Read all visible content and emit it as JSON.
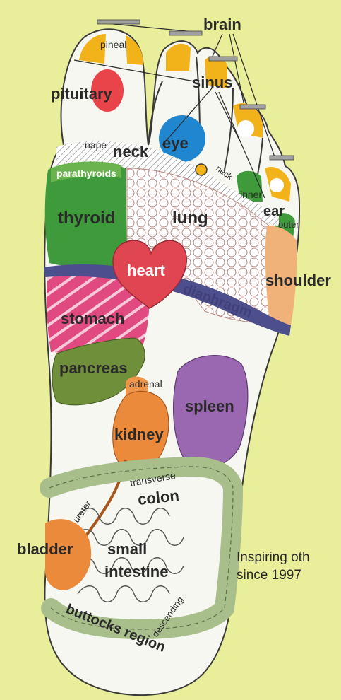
{
  "labels": {
    "brain": "brain",
    "pineal": "pineal",
    "pituitary": "pituitary",
    "sinus": "sinus",
    "nape": "nape",
    "neck": "neck",
    "eye": "eye",
    "neck_small": "neck",
    "inner": "inner",
    "ear": "ear",
    "outer": "outer",
    "parathyroids": "parathyroids",
    "thyroid": "thyroid",
    "lung": "lung",
    "heart": "heart",
    "shoulder": "shoulder",
    "diaphragm": "diaphragm",
    "stomach": "stomach",
    "pancreas": "pancreas",
    "adrenal": "adrenal",
    "spleen": "spleen",
    "kidney": "kidney",
    "ureter": "ureter",
    "transverse": "transverse",
    "colon": "colon",
    "bladder": "bladder",
    "small": "small",
    "intestine": "intestine",
    "descending": "descending",
    "buttocks_region": "buttocks region"
  },
  "tagline": {
    "line1": "Inspiring oth",
    "line2": "since 1997"
  },
  "colors": {
    "background": "#e9ee9a",
    "foot": "#f6f7f0",
    "thyroid": "#3e9a3a",
    "heart": "#e04552",
    "stomach": "#e04a80",
    "spleen": "#9a68b0",
    "kidney": "#ec8a3c",
    "shoulder": "#f1b27a",
    "eye": "#1f86cf",
    "pituitary": "#e8444a",
    "diaphragm": "#4d4f8c",
    "pancreas": "#6f8f3a",
    "colon": "#a8bf8c",
    "toe_tip": "#f2b21a"
  }
}
